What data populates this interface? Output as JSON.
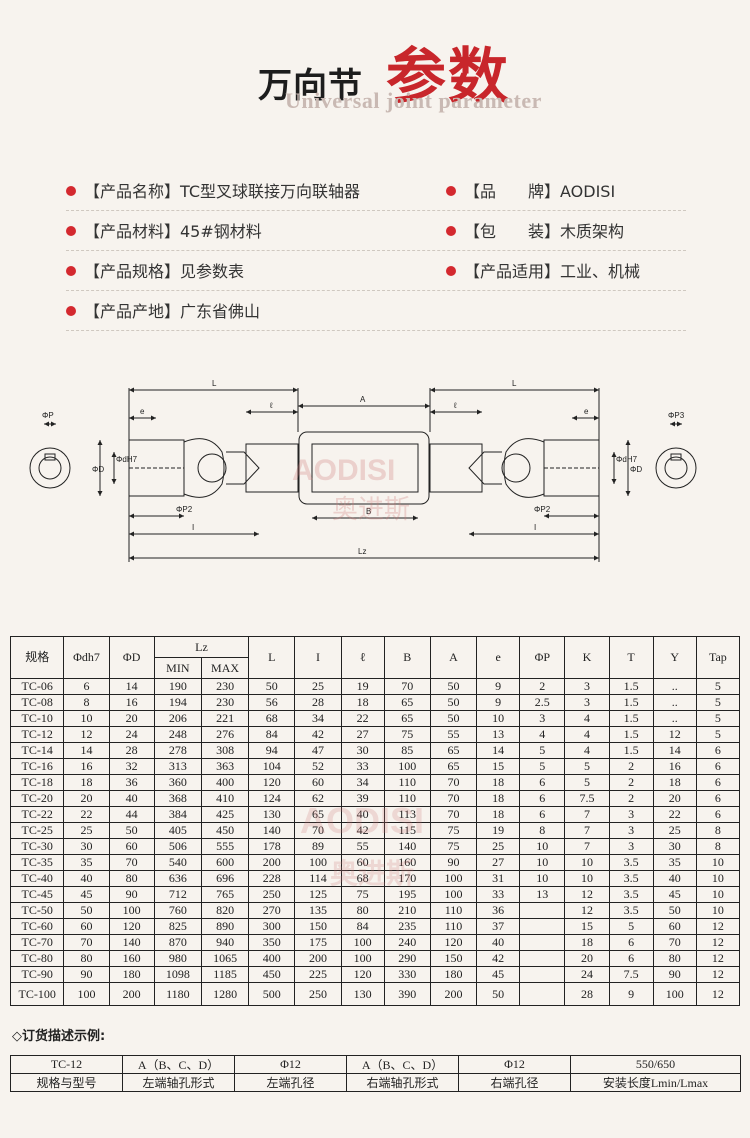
{
  "header": {
    "title_small": "万向节",
    "title_big": "参数",
    "subtitle_en": "Universal joint parameter"
  },
  "specs": [
    {
      "label": "【产品名称】TC型叉球联接万向联轴器"
    },
    {
      "label": "【品　　牌】AODISI"
    },
    {
      "label": "【产品材料】45#钢材料"
    },
    {
      "label": "【包　　装】木质架构"
    },
    {
      "label": "【产品规格】见参数表"
    },
    {
      "label": "【产品适用】工业、机械"
    },
    {
      "label": "【产品产地】广东省佛山"
    }
  ],
  "diagram": {
    "dims": {
      "L1": "L",
      "L2": "L",
      "A": "A",
      "e1": "e",
      "l1": "ℓ",
      "l2": "ℓ",
      "e2": "e",
      "P": "ΦP",
      "P3": "ΦP3",
      "D1": "ΦD",
      "dH1": "ΦdH7",
      "dH2": "ΦdH7",
      "D2": "ΦD",
      "P2a": "ΦP2",
      "B": "B",
      "P2b": "ΦP2",
      "I1": "I",
      "I2": "I",
      "Lz": "Lz"
    },
    "watermark_en": "AODISI",
    "watermark_cn": "奥进斯"
  },
  "table": {
    "headers": {
      "model": "规格",
      "d": "Φdh7",
      "D": "ΦD",
      "Lz": "Lz",
      "min": "MIN",
      "max": "MAX",
      "L": "L",
      "I": "I",
      "l": "ℓ",
      "B": "B",
      "A": "A",
      "e": "e",
      "P": "ΦP",
      "K": "K",
      "T": "T",
      "Y": "Y",
      "Tap": "Tap"
    },
    "rows": [
      [
        "TC-06",
        "6",
        "14",
        "190",
        "230",
        "50",
        "25",
        "19",
        "70",
        "50",
        "9",
        "2",
        "3",
        "1.5",
        "..",
        "5"
      ],
      [
        "TC-08",
        "8",
        "16",
        "194",
        "230",
        "56",
        "28",
        "18",
        "65",
        "50",
        "9",
        "2.5",
        "3",
        "1.5",
        "..",
        "5"
      ],
      [
        "TC-10",
        "10",
        "20",
        "206",
        "221",
        "68",
        "34",
        "22",
        "65",
        "50",
        "10",
        "3",
        "4",
        "1.5",
        "..",
        "5"
      ],
      [
        "TC-12",
        "12",
        "24",
        "248",
        "276",
        "84",
        "42",
        "27",
        "75",
        "55",
        "13",
        "4",
        "4",
        "1.5",
        "12",
        "5"
      ],
      [
        "TC-14",
        "14",
        "28",
        "278",
        "308",
        "94",
        "47",
        "30",
        "85",
        "65",
        "14",
        "5",
        "4",
        "1.5",
        "14",
        "6"
      ],
      [
        "TC-16",
        "16",
        "32",
        "313",
        "363",
        "104",
        "52",
        "33",
        "100",
        "65",
        "15",
        "5",
        "5",
        "2",
        "16",
        "6"
      ],
      [
        "TC-18",
        "18",
        "36",
        "360",
        "400",
        "120",
        "60",
        "34",
        "110",
        "70",
        "18",
        "6",
        "5",
        "2",
        "18",
        "6"
      ],
      [
        "TC-20",
        "20",
        "40",
        "368",
        "410",
        "124",
        "62",
        "39",
        "110",
        "70",
        "18",
        "6",
        "7.5",
        "2",
        "20",
        "6"
      ],
      [
        "TC-22",
        "22",
        "44",
        "384",
        "425",
        "130",
        "65",
        "40",
        "113",
        "70",
        "18",
        "6",
        "7",
        "3",
        "22",
        "6"
      ],
      [
        "TC-25",
        "25",
        "50",
        "405",
        "450",
        "140",
        "70",
        "42",
        "115",
        "75",
        "19",
        "8",
        "7",
        "3",
        "25",
        "8"
      ],
      [
        "TC-30",
        "30",
        "60",
        "506",
        "555",
        "178",
        "89",
        "55",
        "140",
        "75",
        "25",
        "10",
        "7",
        "3",
        "30",
        "8"
      ],
      [
        "TC-35",
        "35",
        "70",
        "540",
        "600",
        "200",
        "100",
        "60",
        "160",
        "90",
        "27",
        "10",
        "10",
        "3.5",
        "35",
        "10"
      ],
      [
        "TC-40",
        "40",
        "80",
        "636",
        "696",
        "228",
        "114",
        "68",
        "170",
        "100",
        "31",
        "10",
        "10",
        "3.5",
        "40",
        "10"
      ],
      [
        "TC-45",
        "45",
        "90",
        "712",
        "765",
        "250",
        "125",
        "75",
        "195",
        "100",
        "33",
        "13",
        "12",
        "3.5",
        "45",
        "10"
      ],
      [
        "TC-50",
        "50",
        "100",
        "760",
        "820",
        "270",
        "135",
        "80",
        "210",
        "110",
        "36",
        "",
        "12",
        "3.5",
        "50",
        "10"
      ],
      [
        "TC-60",
        "60",
        "120",
        "825",
        "890",
        "300",
        "150",
        "84",
        "235",
        "110",
        "37",
        "",
        "15",
        "5",
        "60",
        "12"
      ],
      [
        "TC-70",
        "70",
        "140",
        "870",
        "940",
        "350",
        "175",
        "100",
        "240",
        "120",
        "40",
        "",
        "18",
        "6",
        "70",
        "12"
      ],
      [
        "TC-80",
        "80",
        "160",
        "980",
        "1065",
        "400",
        "200",
        "100",
        "290",
        "150",
        "42",
        "",
        "20",
        "6",
        "80",
        "12"
      ],
      [
        "TC-90",
        "90",
        "180",
        "1098",
        "1185",
        "450",
        "225",
        "120",
        "330",
        "180",
        "45",
        "",
        "24",
        "7.5",
        "90",
        "12"
      ],
      [
        "TC-100",
        "100",
        "200",
        "1180",
        "1280",
        "500",
        "250",
        "130",
        "390",
        "200",
        "50",
        "",
        "28",
        "9",
        "100",
        "12"
      ]
    ]
  },
  "order": {
    "title": "◇订货描述示例:",
    "values": [
      "TC-12",
      "A（B、C、D）",
      "Φ12",
      "A（B、C、D）",
      "Φ12",
      "550/650"
    ],
    "labels": [
      "规格与型号",
      "左端轴孔形式",
      "左端孔径",
      "右端轴孔形式",
      "右端孔径",
      "安装长度Lmin/Lmax"
    ]
  }
}
